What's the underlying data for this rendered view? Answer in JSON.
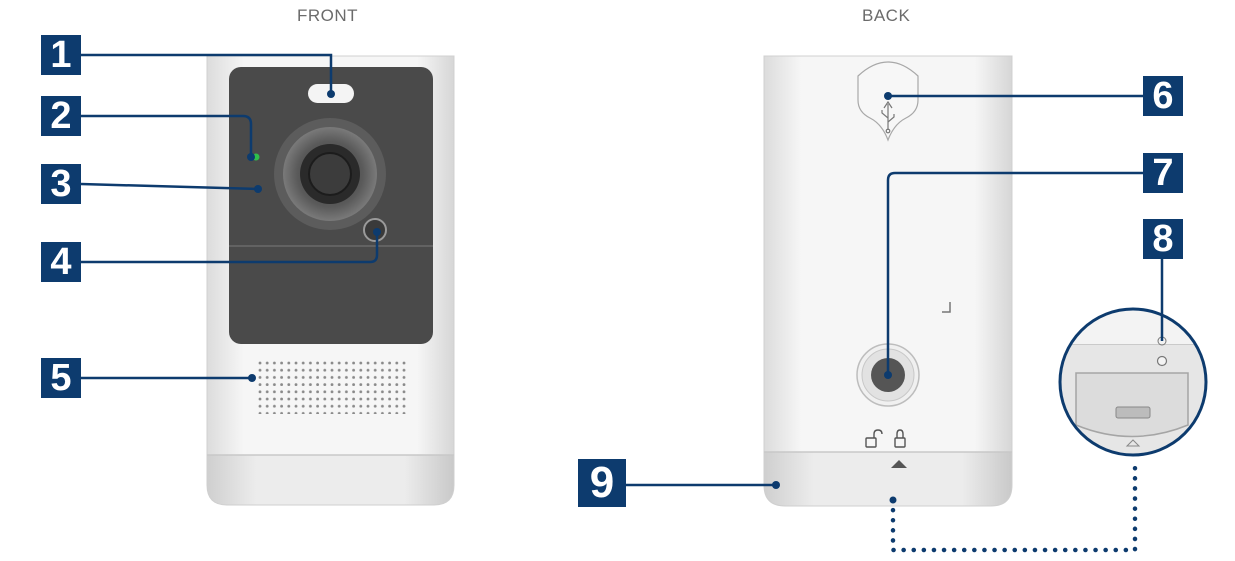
{
  "labels": {
    "front": "FRONT",
    "back": "BACK"
  },
  "callouts": [
    {
      "number": "1"
    },
    {
      "number": "2"
    },
    {
      "number": "3"
    },
    {
      "number": "4"
    },
    {
      "number": "5"
    },
    {
      "number": "6"
    },
    {
      "number": "7"
    },
    {
      "number": "8"
    },
    {
      "number": "9"
    }
  ],
  "colors": {
    "badge": "#0d3b6e",
    "leader_line": "#0d3b6e",
    "camera_body": "#f2f2f2",
    "camera_face": "#4a4a4a",
    "status_led": "#2fbf4a"
  },
  "icons": [
    "usb-icon",
    "unlock-icon",
    "lock-icon",
    "arrow-up-icon"
  ]
}
